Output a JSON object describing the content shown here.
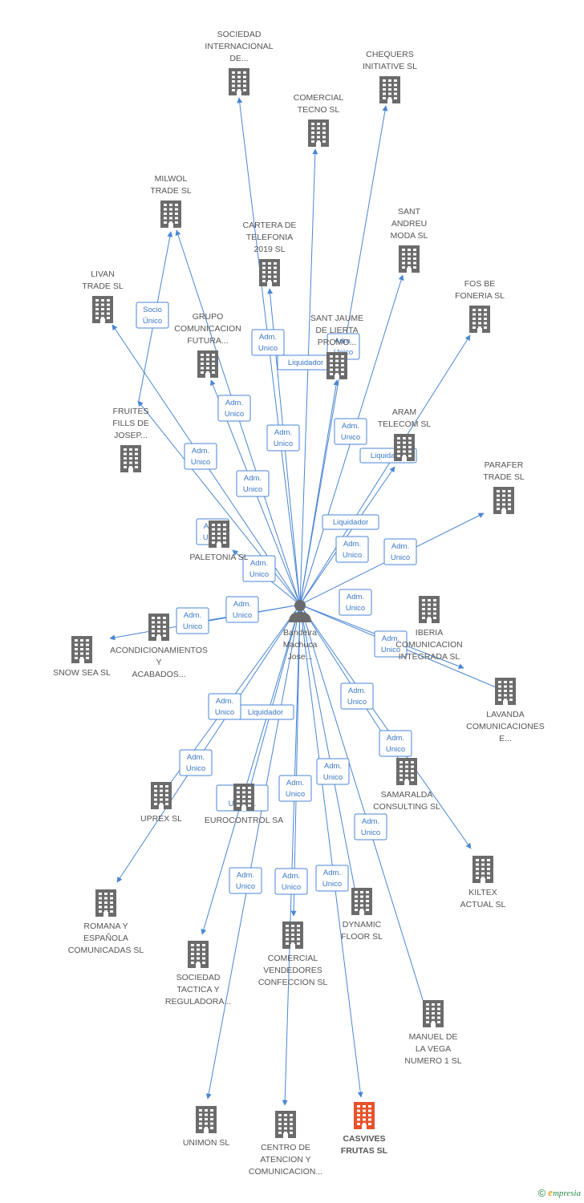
{
  "colors": {
    "edge": "#4a86d4",
    "building": "#6b6b6b",
    "building_highlight": "#e8522a",
    "person": "#6b6b6b"
  },
  "center": {
    "label_lines": [
      "Bandeira",
      "Machuca",
      "Jose..."
    ],
    "icon": "person-icon"
  },
  "nodes": [
    {
      "id": "n1",
      "label_lines": [
        "SOCIEDAD",
        "INTERNACIONAL",
        "DE..."
      ],
      "icon": "building-icon"
    },
    {
      "id": "n2",
      "label_lines": [
        "CHEQUERS",
        "INITIATIVE SL"
      ],
      "icon": "building-icon"
    },
    {
      "id": "n3",
      "label_lines": [
        "COMERCIAL",
        "TECNO SL"
      ],
      "icon": "building-icon"
    },
    {
      "id": "n4",
      "label_lines": [
        "MILWOL",
        "TRADE SL"
      ],
      "icon": "building-icon"
    },
    {
      "id": "n5",
      "label_lines": [
        "CARTERA DE",
        "TELEFONIA",
        "2019 SL"
      ],
      "icon": "building-icon"
    },
    {
      "id": "n6",
      "label_lines": [
        "SANT",
        "ANDREU",
        "MODA SL"
      ],
      "icon": "building-icon"
    },
    {
      "id": "n7",
      "label_lines": [
        "LIVAN",
        "TRADE SL"
      ],
      "icon": "building-icon"
    },
    {
      "id": "n8",
      "label_lines": [
        "FOS BE",
        "FONERIA SL"
      ],
      "icon": "building-icon"
    },
    {
      "id": "n9",
      "label_lines": [
        "GRUPO",
        "COMUNICACION",
        "FUTURA..."
      ],
      "icon": "building-icon"
    },
    {
      "id": "n10",
      "label_lines": [
        "SANT JAUME",
        "DE LIERTA",
        "PROMO..."
      ],
      "icon": "building-icon"
    },
    {
      "id": "n11",
      "label_lines": [
        "FRUITES",
        "FILLS DE",
        "JOSEP..."
      ],
      "icon": "building-icon"
    },
    {
      "id": "n12",
      "label_lines": [
        "ARAM",
        "TELECOM SL"
      ],
      "icon": "building-icon"
    },
    {
      "id": "n13",
      "label_lines": [
        "PARAFER",
        "TRADE SL"
      ],
      "icon": "building-icon"
    },
    {
      "id": "n14",
      "label_lines": [
        "PALETONIA SL"
      ],
      "icon": "building-icon"
    },
    {
      "id": "n15",
      "label_lines": [
        "ACONDICIONAMIENTOS",
        "Y",
        "ACABADOS..."
      ],
      "icon": "building-icon"
    },
    {
      "id": "n16",
      "label_lines": [
        "SNOW SEA SL"
      ],
      "icon": "building-icon"
    },
    {
      "id": "n17",
      "label_lines": [
        "IBERIA",
        "COMUNICACION",
        "INTEGRADA SL"
      ],
      "icon": "building-icon"
    },
    {
      "id": "n18",
      "label_lines": [
        "LAVANDA",
        "COMUNICACIONES",
        "E..."
      ],
      "icon": "building-icon"
    },
    {
      "id": "n19",
      "label_lines": [
        "SAMARALDA",
        "CONSULTING SL"
      ],
      "icon": "building-icon"
    },
    {
      "id": "n20",
      "label_lines": [
        "UPREX SL"
      ],
      "icon": "building-icon"
    },
    {
      "id": "n21",
      "label_lines": [
        "EUROCONTROL SA"
      ],
      "icon": "building-icon"
    },
    {
      "id": "n22",
      "label_lines": [
        "KILTEX",
        "ACTUAL SL"
      ],
      "icon": "building-icon"
    },
    {
      "id": "n23",
      "label_lines": [
        "ROMANA Y",
        "ESPAÑOLA",
        "COMUNICADAS SL"
      ],
      "icon": "building-icon"
    },
    {
      "id": "n24",
      "label_lines": [
        "DYNAMIC",
        "FLOOR SL"
      ],
      "icon": "building-icon"
    },
    {
      "id": "n25",
      "label_lines": [
        "COMERCIAL",
        "VENDEDORES",
        "CONFECCION SL"
      ],
      "icon": "building-icon"
    },
    {
      "id": "n26",
      "label_lines": [
        "SOCIEDAD",
        "TACTICA Y",
        "REGULADORA..."
      ],
      "icon": "building-icon"
    },
    {
      "id": "n27",
      "label_lines": [
        "MANUEL DE",
        "LA VEGA",
        "NUMERO 1 SL"
      ],
      "icon": "building-icon"
    },
    {
      "id": "n28",
      "label_lines": [
        "UNIMON SL"
      ],
      "icon": "building-icon"
    },
    {
      "id": "n29",
      "label_lines": [
        "CENTRO DE",
        "ATENCION Y",
        "COMUNICACION..."
      ],
      "icon": "building-icon"
    },
    {
      "id": "n30",
      "label_lines": [
        "CASVIVES",
        "FRUTAS SL"
      ],
      "icon": "building-icon",
      "highlight": true
    }
  ],
  "edges": [
    {
      "to": "n1",
      "label_lines": [
        "Adm.",
        "Unico"
      ]
    },
    {
      "to": "n2",
      "label_lines": [
        "Adm.",
        "Unico"
      ]
    },
    {
      "to": "n3",
      "label_lines": [
        "Adm.",
        "Unico"
      ]
    },
    {
      "to": "n4",
      "label_lines": [
        "Adm.",
        "Unico"
      ]
    },
    {
      "to": "n5",
      "label_lines": [
        "Adm.",
        "Unico"
      ]
    },
    {
      "to": "n6",
      "label_lines": [
        "Adm.",
        "Unico"
      ]
    },
    {
      "to": "n7",
      "label_lines": [
        "Adm.",
        "Unico"
      ]
    },
    {
      "to": "n8",
      "label_lines": [
        "Liquidador"
      ]
    },
    {
      "to": "n9",
      "label_lines": [
        "Adm.",
        "Unico"
      ]
    },
    {
      "to": "n10",
      "label_lines": [
        "Liquidador"
      ]
    },
    {
      "to": "n4",
      "from_node": "n11",
      "label_lines": [
        "Socio",
        "Único"
      ],
      "reverse": true
    },
    {
      "to": "n11",
      "label_lines": [
        "Adm.",
        "Unico"
      ]
    },
    {
      "to": "n12",
      "label_lines": [
        "Liquidador"
      ]
    },
    {
      "to": "n13",
      "label_lines": [
        "Adm.",
        "Unico"
      ]
    },
    {
      "to": "n14",
      "label_lines": [
        "Adm.",
        "Unico"
      ]
    },
    {
      "to": "n15",
      "label_lines": [
        "Adm.",
        "Unico"
      ]
    },
    {
      "to": "n16",
      "label_lines": [
        "Adm.",
        "Unico"
      ]
    },
    {
      "to": "n17",
      "label_lines": [
        "Adm.",
        "Unico"
      ]
    },
    {
      "to": "n18",
      "label_lines": [
        "Adm.",
        "Unico"
      ]
    },
    {
      "to": "n19",
      "label_lines": [
        "Adm.",
        "Unico"
      ]
    },
    {
      "to": "n20",
      "label_lines": [
        "Adm.",
        "Unico"
      ]
    },
    {
      "to": "n21",
      "label_lines": [
        "Liquidador"
      ]
    },
    {
      "to": "n22",
      "label_lines": [
        "Adm.",
        "Unico"
      ]
    },
    {
      "to": "n23",
      "label_lines": [
        "Adm.",
        "Unico"
      ]
    },
    {
      "to": "n24",
      "label_lines": [
        "Adm.",
        "Unico"
      ]
    },
    {
      "to": "n25",
      "label_lines": [
        "Adm.",
        "Unico"
      ]
    },
    {
      "to": "n26",
      "label_lines": [
        "Adm.",
        "Unico,..."
      ]
    },
    {
      "to": "n27",
      "label_lines": [
        "Adm.",
        "Unico"
      ]
    },
    {
      "to": "n28",
      "label_lines": [
        "Adm.",
        "Unico"
      ]
    },
    {
      "to": "n29",
      "label_lines": [
        "Adm.",
        "Unico"
      ]
    },
    {
      "to": "n30",
      "label_lines": [
        "Adm.",
        "Unico"
      ]
    }
  ],
  "footer": {
    "copyright": "©",
    "brand_initial": "e",
    "brand_rest": "mpresia"
  }
}
